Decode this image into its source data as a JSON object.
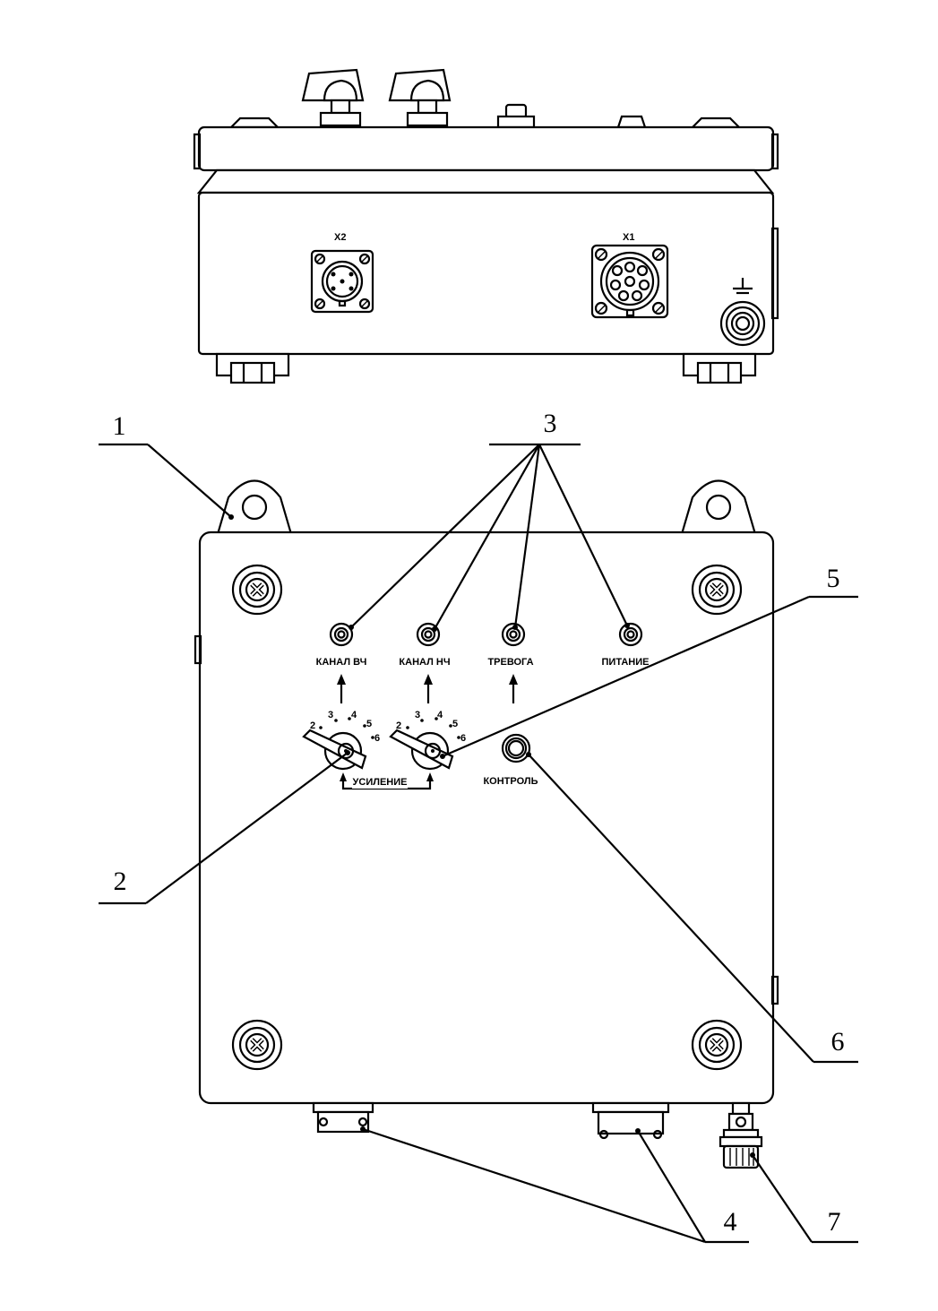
{
  "top_view": {
    "connector_x2_label": "X2",
    "connector_x1_label": "X1"
  },
  "panel": {
    "indicators": [
      {
        "label": "КАНАЛ  ВЧ"
      },
      {
        "label": "КАНАЛ  НЧ"
      },
      {
        "label": "ТРЕВОГА"
      },
      {
        "label": "ПИТАНИЕ"
      }
    ],
    "gain_label": "УСИЛЕНИЕ",
    "gain_scale": [
      "2",
      "3",
      "4",
      "5",
      "6"
    ],
    "control_label": "КОНТРОЛЬ"
  },
  "callouts": [
    "1",
    "2",
    "3",
    "4",
    "5",
    "6",
    "7"
  ]
}
